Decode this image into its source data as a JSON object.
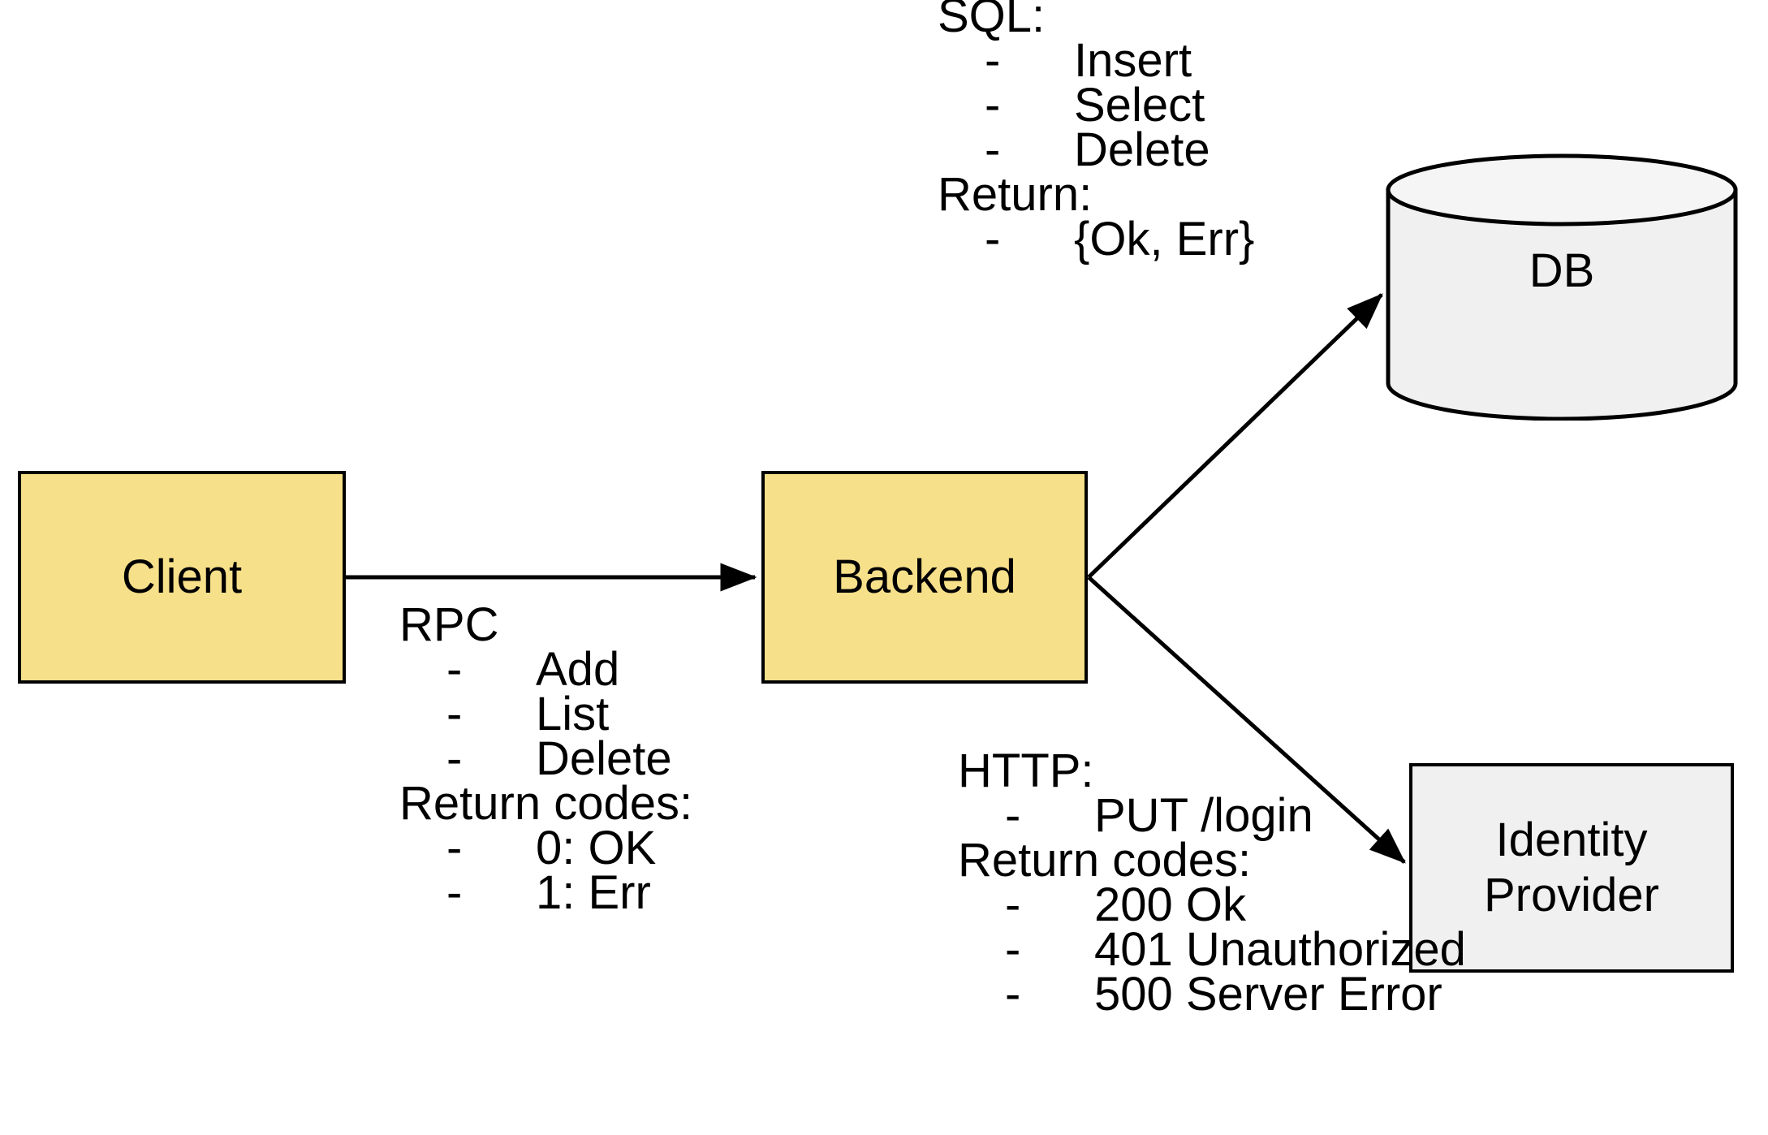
{
  "diagram": {
    "title": "Client Backend DB Identity Provider architecture",
    "colors": {
      "node_yellow": "#F7E08A",
      "node_gray": "#F0F0F0",
      "stroke": "#000000",
      "background": "#FFFFFF"
    },
    "nodes": {
      "client": {
        "label": "Client",
        "shape": "rectangle",
        "fill": "#F7E08A"
      },
      "backend": {
        "label": "Backend",
        "shape": "rectangle",
        "fill": "#F7E08A"
      },
      "db": {
        "label": "DB",
        "shape": "cylinder",
        "fill": "#F0F0F0"
      },
      "identity_provider": {
        "label": "Identity\nProvider",
        "line1": "Identity",
        "line2": "Provider",
        "shape": "rectangle",
        "fill": "#F0F0F0"
      }
    },
    "edges": [
      {
        "from": "Client",
        "to": "Backend",
        "protocol": "RPC"
      },
      {
        "from": "Backend",
        "to": "DB",
        "protocol": "SQL"
      },
      {
        "from": "Backend",
        "to": "Identity Provider",
        "protocol": "HTTP"
      }
    ],
    "annotations": {
      "sql": {
        "heading": "SQL:",
        "dash": "-",
        "items": [
          "Insert",
          "Select",
          "Delete"
        ],
        "return_heading": "Return:",
        "return_items": [
          "{Ok, Err}"
        ]
      },
      "rpc": {
        "heading": "RPC",
        "dash": "-",
        "items": [
          "Add",
          "List",
          "Delete"
        ],
        "return_heading": "Return codes:",
        "return_items": [
          "0: OK",
          "1: Err"
        ]
      },
      "http": {
        "heading": "HTTP:",
        "dash": "-",
        "items": [
          "PUT /login"
        ],
        "return_heading": "Return codes:",
        "return_items": [
          "200 Ok",
          "401 Unauthorized",
          "500 Server Error"
        ]
      }
    }
  }
}
